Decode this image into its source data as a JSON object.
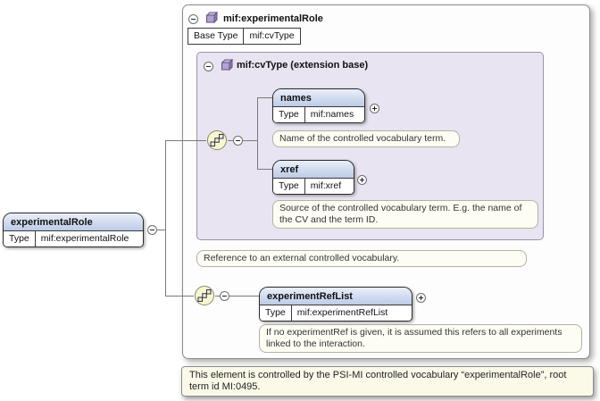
{
  "colors": {
    "box_header_gradient_top": "#eaeffa",
    "box_header_gradient_bottom": "#bccbe7",
    "extension_panel_bg": "#e9e4f1",
    "annotation_bg": "#fdfdf4",
    "footnote_bg": "#fbfae9",
    "sequence_icon_bg": "#f7f7d2",
    "type_icon_purple": "#b3a2d1"
  },
  "root": {
    "name": "experimentalRole",
    "type_label": "Type",
    "type_value": "mif:experimentalRole"
  },
  "complex_type_panel": {
    "title": "mif:experimentalRole",
    "base_type_label": "Base Type",
    "base_type_value": "mif:cvType",
    "annotation": "Reference to an external controlled vocabulary."
  },
  "extension_panel": {
    "title": "mif:cvType (extension base)",
    "children": [
      {
        "name": "names",
        "type_label": "Type",
        "type_value": "mif:names",
        "annotation": "Name of the controlled vocabulary term."
      },
      {
        "name": "xref",
        "type_label": "Type",
        "type_value": "mif:xref",
        "annotation": "Source of the controlled vocabulary term. E.g. the name of the CV and the term ID."
      }
    ]
  },
  "experiment_ref_list": {
    "name": "experimentRefList",
    "type_label": "Type",
    "type_value": "mif:experimentRefList",
    "annotation": "If no experimentRef is given, it is assumed this refers to all experiments linked to the interaction."
  },
  "footnote": "This element is controlled by the PSI-MI controlled vocabulary “experimentalRole”, root term id MI:0495."
}
